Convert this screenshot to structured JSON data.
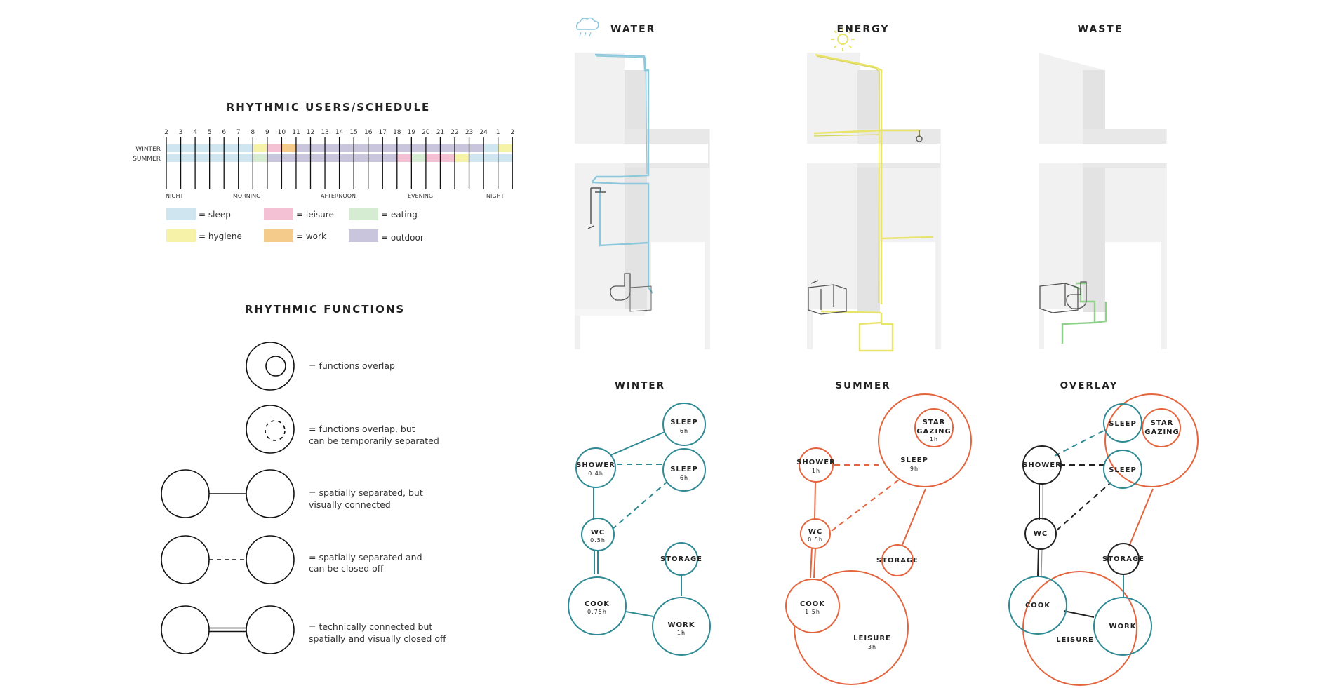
{
  "schedule": {
    "title": "RHYTHMIC USERS/SCHEDULE",
    "hours": [
      "2",
      "3",
      "4",
      "5",
      "6",
      "7",
      "8",
      "9",
      "10",
      "11",
      "12",
      "13",
      "14",
      "15",
      "16",
      "17",
      "18",
      "19",
      "20",
      "21",
      "22",
      "23",
      "24",
      "1",
      "2"
    ],
    "rows": [
      "WINTER",
      "SUMMER"
    ],
    "periods": [
      "NIGHT",
      "MORNING",
      "AFTERNOON",
      "EVENING",
      "NIGHT"
    ],
    "legend": [
      {
        "label": "= sleep",
        "color": "#cfe6f1"
      },
      {
        "label": "= leisure",
        "color": "#f3c1d3"
      },
      {
        "label": "= eating",
        "color": "#d6ecd2"
      },
      {
        "label": "= hygiene",
        "color": "#f6f2a8"
      },
      {
        "label": "= work",
        "color": "#f4cb8a"
      },
      {
        "label": "= outdoor",
        "color": "#c9c5dd"
      }
    ],
    "winter": [
      "sleep",
      "sleep",
      "sleep",
      "sleep",
      "sleep",
      "sleep",
      "hygiene",
      "leisure",
      "work",
      "outdoor",
      "outdoor",
      "outdoor",
      "outdoor",
      "outdoor",
      "outdoor",
      "outdoor",
      "outdoor",
      "outdoor",
      "outdoor",
      "outdoor",
      "outdoor",
      "outdoor",
      "sleep",
      "hygiene"
    ],
    "summer": [
      "sleep",
      "sleep",
      "sleep",
      "sleep",
      "sleep",
      "sleep",
      "eating",
      "outdoor",
      "outdoor",
      "outdoor",
      "outdoor",
      "outdoor",
      "outdoor",
      "outdoor",
      "outdoor",
      "outdoor",
      "leisure",
      "eating",
      "leisure",
      "leisure",
      "hygiene",
      "sleep",
      "sleep",
      "sleep"
    ]
  },
  "functions": {
    "title": "RHYTHMIC FUNCTIONS",
    "items": [
      {
        "text": [
          "= functions overlap"
        ]
      },
      {
        "text": [
          "= functions overlap, but",
          "can be temporarily separated"
        ]
      },
      {
        "text": [
          "= spatially separated, but",
          "visually connected"
        ]
      },
      {
        "text": [
          "= spatially separated and",
          "can be closed off"
        ]
      },
      {
        "text": [
          "= technically connected but",
          "spatially and visually closed off"
        ]
      }
    ]
  },
  "systems": {
    "water": {
      "title": "WATER",
      "color": "#8cc8dc"
    },
    "energy": {
      "title": "ENERGY",
      "color": "#e8e46a"
    },
    "waste": {
      "title": "WASTE",
      "color": "#8fd08a"
    }
  },
  "bubbles": {
    "winter": {
      "title": "WINTER",
      "color": "#2f8a94"
    },
    "summer": {
      "title": "SUMMER",
      "color": "#e4643d"
    },
    "overlay": {
      "title": "OVERLAY",
      "color": "#222222"
    },
    "labels": {
      "shower": "SHOWER",
      "shower_w": "0.4h",
      "shower_s": "1h",
      "sleep": "SLEEP",
      "sleep_6": "6h",
      "sleep_9": "9h",
      "wc": "WC",
      "wc_h": "0.5h",
      "storage": "STORAGE",
      "cook": "COOK",
      "cook_w": "0.75h",
      "cook_s": "1.5h",
      "work": "WORK",
      "work_h": "1h",
      "star1": "STAR",
      "star2": "GAZING",
      "star_h": "1h",
      "leisure": "LEISURE",
      "leisure_h": "3h"
    }
  }
}
